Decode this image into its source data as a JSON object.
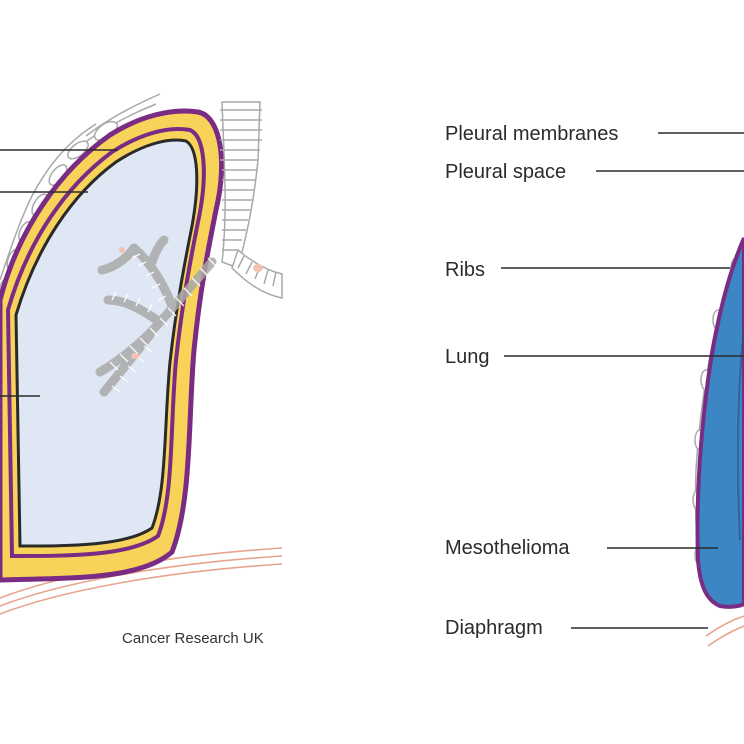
{
  "credit": "Cancer Research UK",
  "labels": {
    "pleural_membranes": "Pleural membranes",
    "pleural_space": "Pleural space",
    "ribs": "Ribs",
    "lung": "Lung",
    "mesothelioma": "Mesothelioma",
    "diaphragm": "Diaphragm"
  },
  "colors": {
    "pleural_space_fill": "#f8d35a",
    "membrane_stroke": "#7a2b84",
    "lung_fill": "#dfe6f4",
    "lung_outline": "#2a2a2a",
    "mesothelioma_fill": "#3c86c4",
    "diaphragm_line": "#e9a48d",
    "rib_fill": "#ffffff",
    "rib_stroke": "#a9a9a9",
    "airway_stroke": "#a9a9a9",
    "leader_line": "#2b2b2b"
  }
}
